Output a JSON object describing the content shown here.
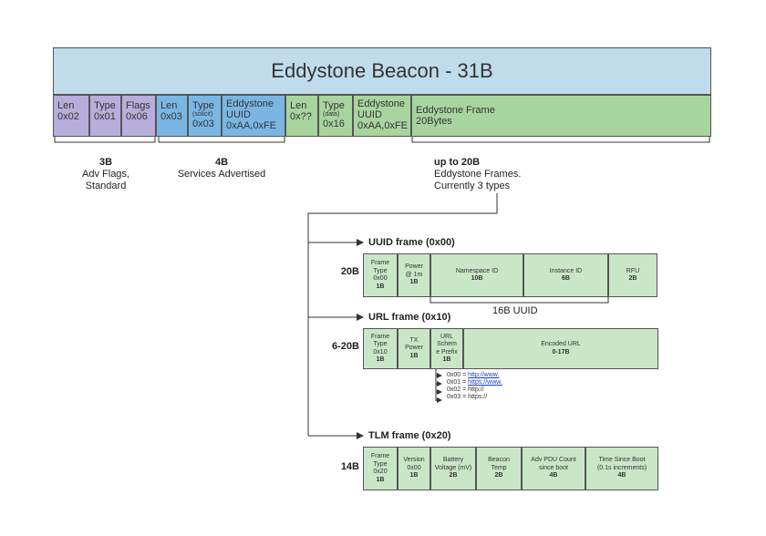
{
  "title": "Eddystone Beacon - 31B",
  "header_cells": [
    {
      "l1": "Len",
      "l2": "0x02"
    },
    {
      "l1": "Type",
      "l2": "0x01"
    },
    {
      "l1": "Flags",
      "l2": "0x06"
    },
    {
      "l1": "Len",
      "l2": "0x03"
    },
    {
      "l1": "Type",
      "small": "(solicit)",
      "l2": "0x03"
    },
    {
      "l1": "Eddystone",
      "l2": "UUID",
      "l3": "0xAA,0xFE"
    },
    {
      "l1": "Len",
      "l2": "0x??"
    },
    {
      "l1": "Type",
      "small": "(data)",
      "l2": "0x16"
    },
    {
      "l1": "Eddystone",
      "l2": "UUID",
      "l3": "0xAA,0xFE"
    },
    {
      "l1": "Eddystone Frame",
      "l2": "20Bytes"
    }
  ],
  "groups": [
    {
      "size": "3B",
      "line1": "Adv Flags,",
      "line2": "Standard"
    },
    {
      "size": "4B",
      "line1": "Services Advertised"
    },
    {
      "size": "up to 20B",
      "line1": "Eddystone Frames.",
      "line2": "Currently 3 types"
    }
  ],
  "uid_frame": {
    "title": "UUID frame (0x00)",
    "size": "20B",
    "boxes": [
      {
        "lines": [
          "Frame",
          "Type",
          "0x00"
        ],
        "bytes": "1B"
      },
      {
        "lines": [
          "Power",
          "@ 1m"
        ],
        "bytes": "1B"
      },
      {
        "lines": [
          "Namespace ID"
        ],
        "bytes": "10B"
      },
      {
        "lines": [
          "Instance ID"
        ],
        "bytes": "6B"
      },
      {
        "lines": [
          "RFU"
        ],
        "bytes": "2B"
      }
    ],
    "uuid_label": "16B UUID"
  },
  "url_frame": {
    "title": "URL frame (0x10)",
    "size": "6-20B",
    "boxes": [
      {
        "lines": [
          "Frame",
          "Type",
          "0x10"
        ],
        "bytes": "1B"
      },
      {
        "lines": [
          "TX",
          "Power"
        ],
        "bytes": "1B"
      },
      {
        "lines": [
          "URL",
          "Schem",
          "e Prefix"
        ],
        "bytes": "1B"
      },
      {
        "lines": [
          "Encoded URL"
        ],
        "bytes": "0-17B"
      }
    ],
    "schemes": [
      {
        "code": "0x00 = ",
        "value": "http://www.",
        "link": true
      },
      {
        "code": "0x01 = ",
        "value": "https://www.",
        "link": true
      },
      {
        "code": "0x02 = ",
        "value": "http://",
        "link": false
      },
      {
        "code": "0x03 = ",
        "value": "https://",
        "link": false
      }
    ]
  },
  "tlm_frame": {
    "title": "TLM frame (0x20)",
    "size": "14B",
    "boxes": [
      {
        "lines": [
          "Frame",
          "Type",
          "0x20"
        ],
        "bytes": "1B"
      },
      {
        "lines": [
          "Version",
          "0x00"
        ],
        "bytes": "1B"
      },
      {
        "lines": [
          "Battery",
          "Voltage (mV)"
        ],
        "bytes": "2B"
      },
      {
        "lines": [
          "Beacon",
          "Temp"
        ],
        "bytes": "2B"
      },
      {
        "lines": [
          "Adv PDU Count",
          "since boot"
        ],
        "bytes": "4B"
      },
      {
        "lines": [
          "Time Since Boot",
          "(0.1s increments)"
        ],
        "bytes": "4B"
      }
    ]
  },
  "colors": {
    "title_bg": "#c0dbeb",
    "flags": "#b7aedb",
    "services": "#7ab6e4",
    "frame": "#a8d49f",
    "frame_box": "#c9e7c6"
  }
}
